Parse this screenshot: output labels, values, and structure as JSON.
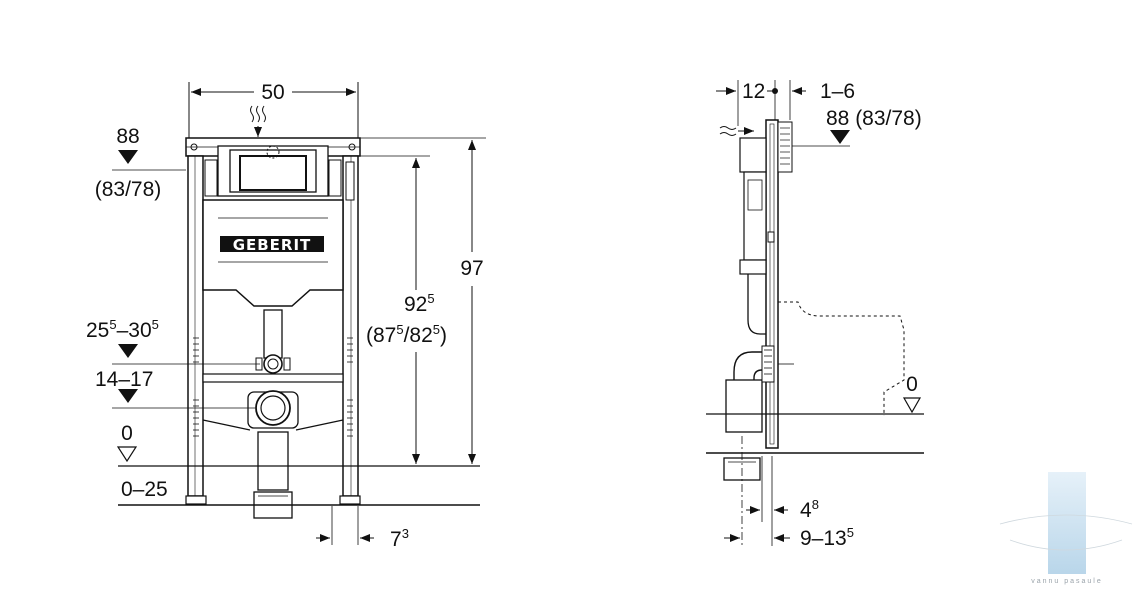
{
  "front_view": {
    "width_label": "50",
    "height_label": "97",
    "top_mark_label": "88",
    "top_mark_alt_label": "(83/78)",
    "flush_height_label": "92",
    "flush_height_sup": "5",
    "flush_height_alt_a": "(87",
    "flush_height_alt_sup1": "5",
    "flush_height_alt_b": "/82",
    "flush_height_alt_sup2": "5",
    "flush_height_alt_c": ")",
    "outlet_range_a": "25",
    "outlet_range_sup1": "5",
    "outlet_range_b": "–30",
    "outlet_range_sup2": "5",
    "drain_range_label": "14–17",
    "floor_zero_label": "0",
    "floor_range_label": "0–25",
    "foot_offset_label": "7",
    "foot_offset_sup": "3",
    "brand_logo": "GEBERIT"
  },
  "side_view": {
    "gap_label": "12",
    "adjust_label": "1–6",
    "top_mark_label": "88 (83/78)",
    "floor_zero_label": "0",
    "pipe_offset_label": "4",
    "pipe_offset_sup": "8",
    "depth_range_a": "9–13",
    "depth_range_sup": "5"
  },
  "watermark": {
    "text": "vannu pasaule",
    "color": "#b9d6ea"
  },
  "colors": {
    "line": "#111111",
    "background": "#ffffff"
  }
}
